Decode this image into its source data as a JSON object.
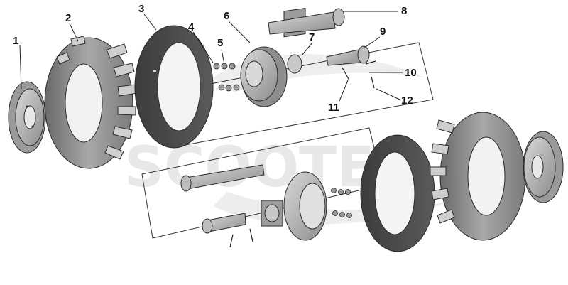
{
  "diagram": {
    "watermark_text": "SCOOTER",
    "callouts": [
      {
        "id": "1",
        "label": "1",
        "part": "wheel-rim-left"
      },
      {
        "id": "2",
        "label": "2",
        "part": "tire-left"
      },
      {
        "id": "3",
        "label": "3",
        "part": "wheel-weight-ring-left"
      },
      {
        "id": "4",
        "label": "4",
        "part": "nut"
      },
      {
        "id": "5",
        "label": "5",
        "part": "bolt"
      },
      {
        "id": "6",
        "label": "6",
        "part": "wheel-hub-disc"
      },
      {
        "id": "7",
        "label": "7",
        "part": "hub-flange"
      },
      {
        "id": "8",
        "label": "8",
        "part": "long-axle-shaft"
      },
      {
        "id": "9",
        "label": "9",
        "part": "short-axle-shaft"
      },
      {
        "id": "10",
        "label": "10",
        "part": "cotter-pin"
      },
      {
        "id": "11",
        "label": "11",
        "part": "clevis-pin"
      },
      {
        "id": "12",
        "label": "12",
        "part": "split-pin"
      }
    ]
  }
}
